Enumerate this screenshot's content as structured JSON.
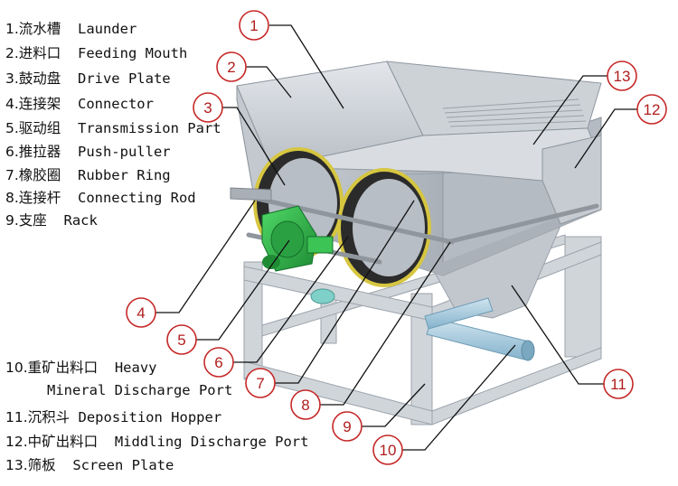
{
  "legend_top": [
    {
      "num": "1.",
      "zh": "流水槽",
      "en": "Launder"
    },
    {
      "num": "2.",
      "zh": "进料口",
      "en": "Feeding Mouth"
    },
    {
      "num": "3.",
      "zh": "鼓动盘",
      "en": "Drive Plate"
    },
    {
      "num": "4.",
      "zh": "连接架",
      "en": "Connector"
    },
    {
      "num": "5.",
      "zh": "驱动组",
      "en": "Transmission Part"
    },
    {
      "num": "6.",
      "zh": "推拉器",
      "en": "Push-puller"
    },
    {
      "num": "7.",
      "zh": "橡胶圈",
      "en": "Rubber Ring"
    },
    {
      "num": "8.",
      "zh": "连接杆",
      "en": "Connecting Rod"
    },
    {
      "num": "9.",
      "zh": "支座",
      "en": "Rack"
    }
  ],
  "legend_bottom": [
    {
      "num": "10.",
      "zh": "重矿出料口",
      "en": "Heavy",
      "en2": "Mineral Discharge Port"
    },
    {
      "num": "11.",
      "zh": "沉积斗",
      "en": "Deposition Hopper"
    },
    {
      "num": "12.",
      "zh": "中矿出料口",
      "en": "Middling Discharge Port"
    },
    {
      "num": "13.",
      "zh": "筛板",
      "en": "Screen Plate"
    }
  ],
  "callouts": [
    "1",
    "2",
    "3",
    "4",
    "5",
    "6",
    "7",
    "8",
    "9",
    "10",
    "11",
    "12",
    "13"
  ],
  "colors": {
    "callout_circle": "#c62828",
    "callout_text": "#b01e1e",
    "machine_gray": "#c9ced4",
    "drive_green": "#2fb84a",
    "pipe_blue": "#9ec6dc",
    "rubber_yellow": "#d6c640"
  }
}
